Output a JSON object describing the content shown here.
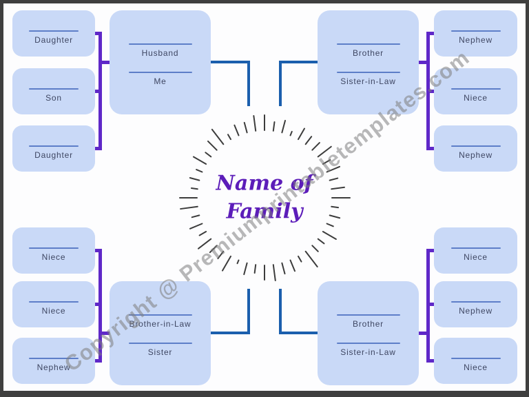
{
  "title": {
    "line1": "Name of",
    "line2": "Family"
  },
  "watermark": {
    "text": "Copyright @ Premiumprintabletemplates.com"
  },
  "colors": {
    "box_fill": "#c9d9f7",
    "box_line": "#5d7ec8",
    "label": "#3e4662",
    "purple_connector": "#5f28c8",
    "blue_connector": "#1b5fad",
    "dash": "#3c3c3c",
    "center_title": "#5c1db9",
    "frame": "#3f3f3f"
  },
  "groups": {
    "top_left": {
      "parent": [
        "Husband",
        "Me"
      ],
      "children": [
        "Daughter",
        "Son",
        "Daughter"
      ]
    },
    "top_right": {
      "parent": [
        "Brother",
        "Sister-in-Law"
      ],
      "children": [
        "Nephew",
        "Niece",
        "Nephew"
      ]
    },
    "bottom_left": {
      "parent": [
        "Brother-in-Law",
        "Sister"
      ],
      "children": [
        "Niece",
        "Niece",
        "Nephew"
      ]
    },
    "bottom_right": {
      "parent": [
        "Brother",
        "Sister-in-Law"
      ],
      "children": [
        "Niece",
        "Nephew",
        "Niece"
      ]
    }
  }
}
